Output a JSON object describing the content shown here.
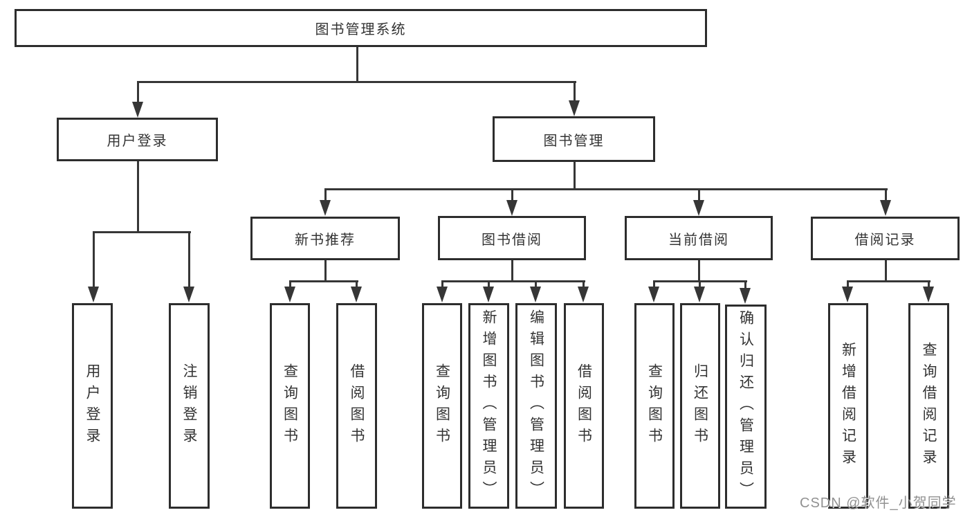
{
  "page": {
    "background": "#ffffff"
  },
  "diagram": {
    "root": "图书管理系统",
    "branches": [
      {
        "label": "用户登录",
        "children": [
          "用户登录",
          "注销登录"
        ]
      },
      {
        "label": "图书管理",
        "groups": [
          {
            "label": "新书推荐",
            "children": [
              "查询图书",
              "借阅图书"
            ]
          },
          {
            "label": "图书借阅",
            "children": [
              "查询图书",
              "新增图书（管理员）",
              "编辑图书（管理员）",
              "借阅图书"
            ]
          },
          {
            "label": "当前借阅",
            "children": [
              "查询图书",
              "归还图书",
              "确认归还（管理员）"
            ]
          },
          {
            "label": "借阅记录",
            "children": [
              "新增借阅记录",
              "查询借阅记录"
            ]
          }
        ]
      }
    ]
  },
  "watermark": "CSDN @软件_小贺同学",
  "colors": {
    "line": "#363636",
    "box_border": "#2d2d2d",
    "text": "#333333",
    "watermark": "#828282"
  }
}
